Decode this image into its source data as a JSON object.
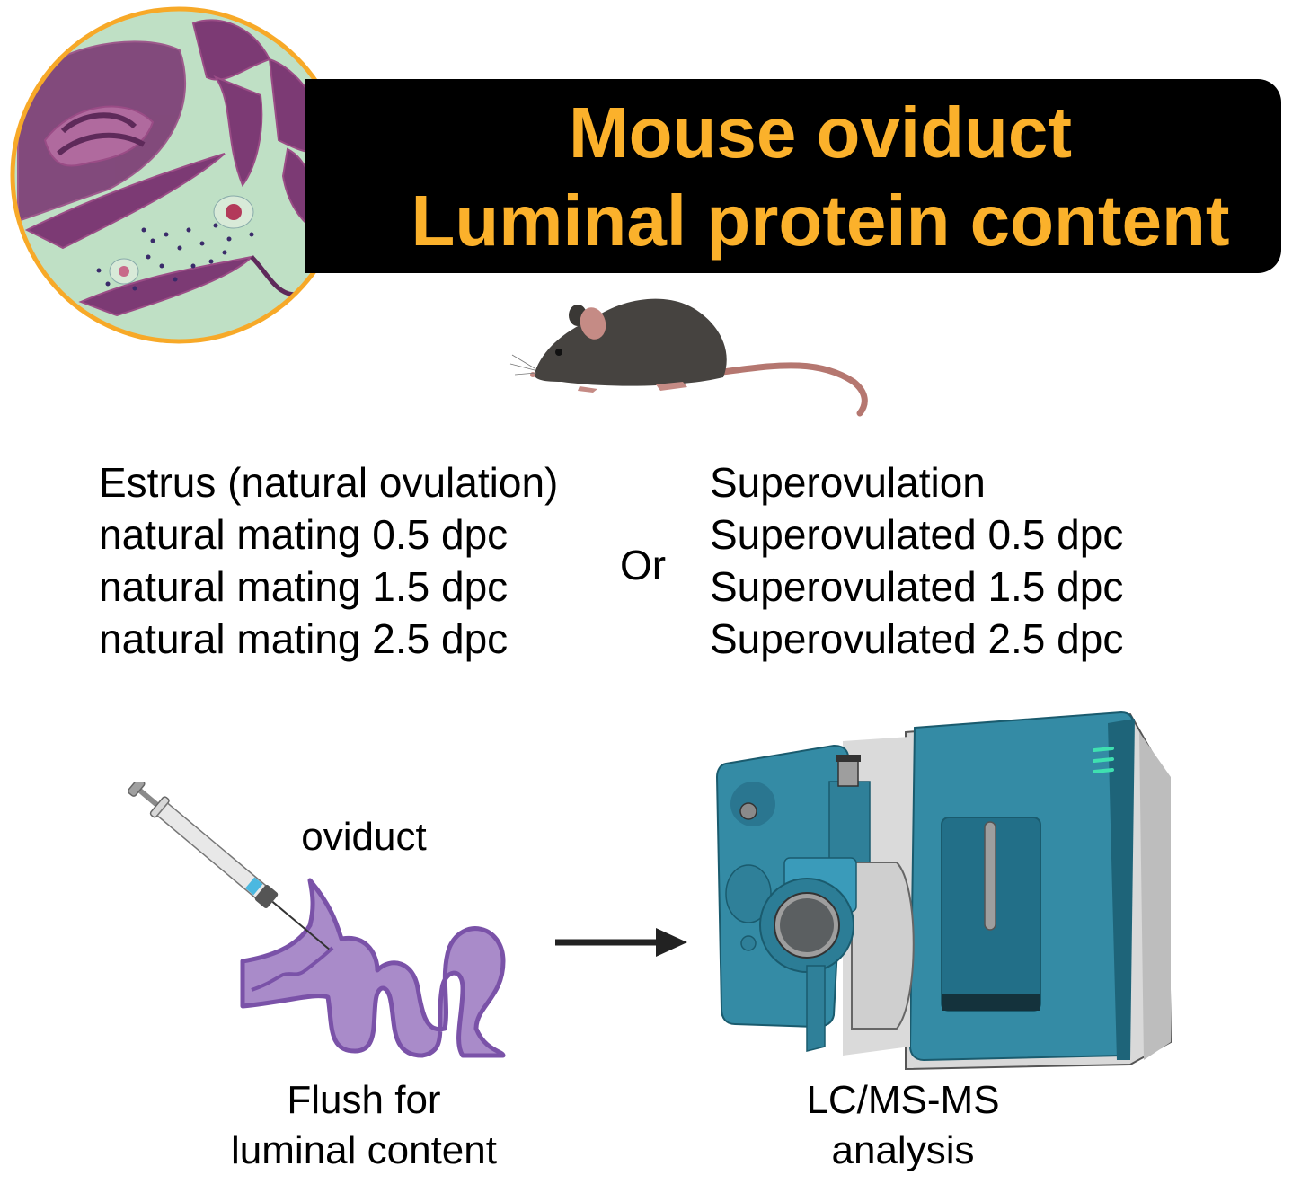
{
  "title": {
    "line1": "Mouse oviduct",
    "line2": "Luminal protein content",
    "text_color": "#FBB12B",
    "banner_color": "#000000"
  },
  "images": {
    "histology": "oviduct-histology-micrograph",
    "animal": "mouse-icon",
    "instrument": "mass-spectrometer-icon",
    "tool": "syringe-icon",
    "organ": "oviduct-icon"
  },
  "conditions": {
    "natural": [
      "Estrus (natural ovulation)",
      "natural mating 0.5 dpc",
      "natural mating 1.5 dpc",
      "natural mating 2.5 dpc"
    ],
    "connector": "Or",
    "superovulated": [
      "Superovulation",
      "Superovulated 0.5 dpc",
      "Superovulated 1.5 dpc",
      "Superovulated 2.5 dpc"
    ]
  },
  "workflow": {
    "organ_label": "oviduct",
    "step1_line1": "Flush for",
    "step1_line2": "luminal content",
    "step2_line1": "LC/MS-MS",
    "step2_line2": "analysis"
  }
}
